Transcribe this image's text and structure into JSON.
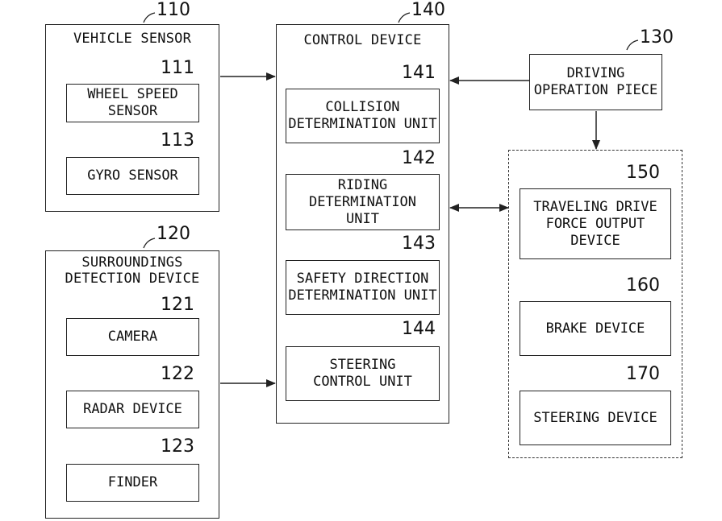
{
  "vehicle_sensor": {
    "ref": "110",
    "title": "VEHICLE SENSOR",
    "wheel_speed": {
      "ref": "111",
      "label": "WHEEL SPEED\nSENSOR"
    },
    "gyro": {
      "ref": "113",
      "label": "GYRO SENSOR"
    }
  },
  "surroundings": {
    "ref": "120",
    "title": "SURROUNDINGS\nDETECTION DEVICE",
    "camera": {
      "ref": "121",
      "label": "CAMERA"
    },
    "radar": {
      "ref": "122",
      "label": "RADAR DEVICE"
    },
    "finder": {
      "ref": "123",
      "label": "FINDER"
    }
  },
  "control": {
    "ref": "140",
    "title": "CONTROL DEVICE",
    "collision": {
      "ref": "141",
      "label": "COLLISION\nDETERMINATION UNIT"
    },
    "riding": {
      "ref": "142",
      "label": "RIDING\nDETERMINATION\nUNIT"
    },
    "safety": {
      "ref": "143",
      "label": "SAFETY DIRECTION\nDETERMINATION UNIT"
    },
    "steering_ctrl": {
      "ref": "144",
      "label": "STEERING\nCONTROL UNIT"
    }
  },
  "driving_piece": {
    "ref": "130",
    "label": "DRIVING\nOPERATION PIECE"
  },
  "output_group": {
    "traveling": {
      "ref": "150",
      "label": "TRAVELING DRIVE\nFORCE OUTPUT\nDEVICE"
    },
    "brake": {
      "ref": "160",
      "label": "BRAKE DEVICE"
    },
    "steering": {
      "ref": "170",
      "label": "STEERING DEVICE"
    }
  }
}
